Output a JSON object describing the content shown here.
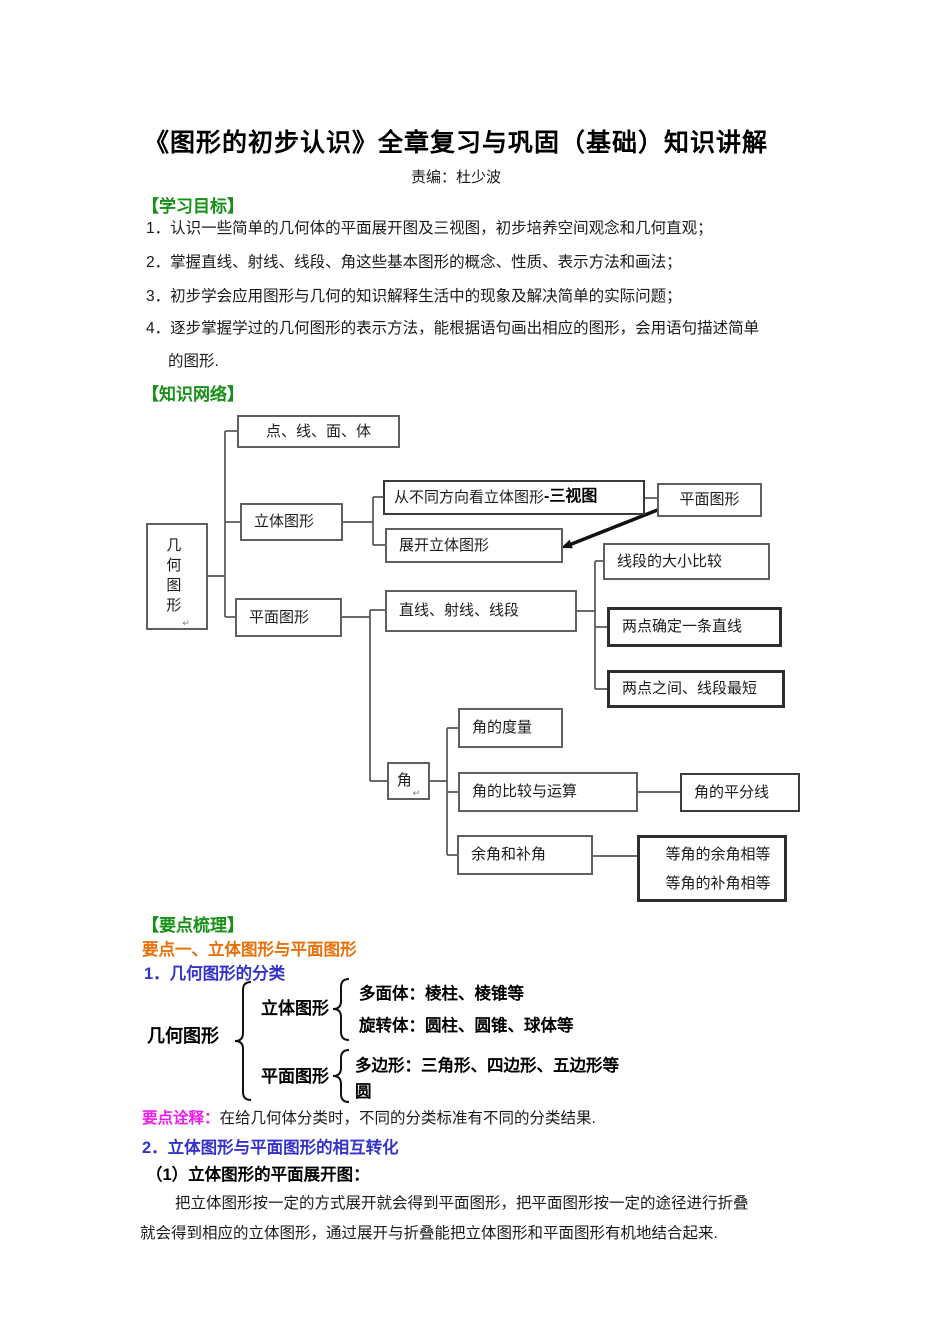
{
  "page": {
    "title": "《图形的初步认识》全章复习与巩固（基础）知识讲解",
    "editor_line": "责编：杜少波"
  },
  "sections": {
    "learning_goals": {
      "heading": "【学习目标】",
      "items": [
        "1．认识一些简单的几何体的平面展开图及三视图，初步培养空间观念和几何直观；",
        "2．掌握直线、射线、线段、角这些基本图形的概念、性质、表示方法和画法；",
        "3．初步学会应用图形与几何的知识解释生活中的现象及解决简单的实际问题；",
        "4．逐步掌握学过的几何图形的表示方法，能根据语句画出相应的图形，会用语句描述简单",
        "的图形."
      ]
    },
    "knowledge_network": {
      "heading": "【知识网络】"
    },
    "key_points": {
      "heading": "【要点梳理】",
      "point1_heading": "要点一、立体图形与平面图形",
      "sub1_heading": "1．几何图形的分类",
      "interpretation_label": "要点诠释：",
      "interpretation_text": "在给几何体分类时，不同的分类标准有不同的分类结果.",
      "sub2_heading": "2．立体图形与平面图形的相互转化",
      "sub2_1_heading": "（1）立体图形的平面展开图：",
      "paragraph_lines": [
        "把立体图形按一定的方式展开就会得到平面图形，把平面图形按一定的途径进行折叠",
        "就会得到相应的立体图形，通过展开与折叠能把立体图形和平面图形有机地结合起来."
      ]
    }
  },
  "diagram": {
    "nodes": {
      "root": "几何图形",
      "point_line_face_body": "点、线、面、体",
      "solid_figure": "立体图形",
      "view_text": "从不同方向看立体图形",
      "view_bold": "-三视图",
      "plane_result": "平面图形",
      "unfold": "展开立体图形",
      "plane_figure": "平面图形",
      "line_ray_segment": "直线、射线、线段",
      "segment_compare": "线段的大小比较",
      "two_points_line": "两点确定一条直线",
      "two_points_shortest": "两点之间、线段最短",
      "angle": "角",
      "angle_measure": "角的度量",
      "angle_compare": "角的比较与运算",
      "angle_bisector": "角的平分线",
      "complementary": "余角和补角",
      "equal_angles_1": "等角的余角相等",
      "equal_angles_2": "等角的补角相等",
      "return_mark": "↵"
    }
  },
  "classification": {
    "root": "几何图形",
    "solid": "立体图形",
    "solid_items": [
      "多面体：棱柱、棱锥等",
      "旋转体：圆柱、圆锥、球体等"
    ],
    "plane": "平面图形",
    "plane_items": [
      "多边形：三角形、四边形、五边形等",
      "圆"
    ]
  },
  "colors": {
    "heading_green": "#169016",
    "heading_orange": "#E8700A",
    "heading_blue": "#3333CC",
    "label_magenta": "#ED1CED",
    "box_border": "#5f5f5f",
    "box_border_dark": "#2e2e2e"
  }
}
